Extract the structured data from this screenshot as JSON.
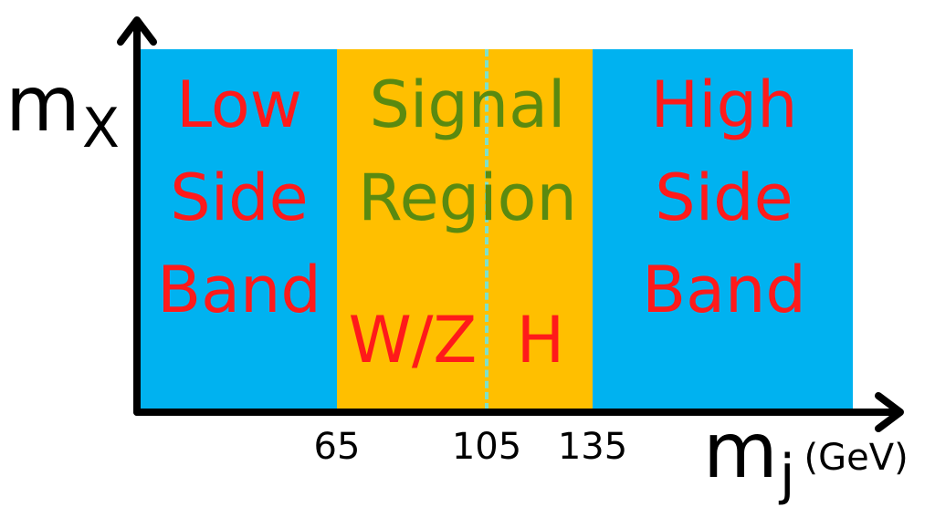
{
  "colors": {
    "sideband": "#00b2f0",
    "signal": "#ffbf00",
    "sideband_text": "#ff1a1a",
    "signal_text": "#5a8a10",
    "boson_text": "#ff1a1a",
    "divider": "#7fe0c8",
    "axis": "#000000"
  },
  "regions": {
    "low": {
      "line1": "Low",
      "line2": "Side",
      "line3": "Band"
    },
    "signal": {
      "line1": "Signal",
      "line2": "Region"
    },
    "high": {
      "line1": "High",
      "line2": "Side",
      "line3": "Band"
    },
    "wz": "W/Z",
    "h": "H"
  },
  "axes": {
    "y": {
      "main": "m",
      "sub": "X"
    },
    "x": {
      "main": "m",
      "sub": "j",
      "unit": "(GeV)"
    },
    "ticks": [
      "65",
      "105",
      "135"
    ]
  }
}
